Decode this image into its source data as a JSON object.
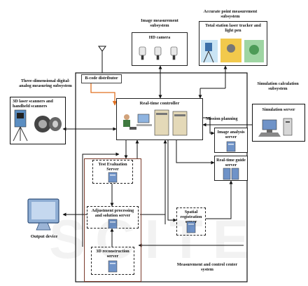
{
  "top": {
    "image_measurement": {
      "title": "Image measurement subsystem",
      "box_label": "HD camera"
    },
    "accurate_point": {
      "title": "Accurate point measurement subsystem",
      "box_label": "Total station laser tracker and light pen"
    }
  },
  "left": {
    "three_d": {
      "title": "Three-dimensional digital-analog measuring subsystem",
      "box_label": "3D laser scanners and handheld scanners"
    },
    "output": {
      "label": "Output device"
    }
  },
  "right": {
    "simulation": {
      "title": "Simulation calculation subsystem",
      "box_label": "Simulation server"
    }
  },
  "center": {
    "b_code": "B-code distributor",
    "real_time_controller": "Real-time controller",
    "mission_planning": "Mission planning",
    "image_analysis": "Image analysis server",
    "real_time_guide": "Real-time guide server",
    "spatial_registration": "Spatial registration server",
    "test_evaluation": "Test Evaluation Server",
    "adjustment": "Adjustment processing and solution server",
    "reconstruction": "3D reconstruction server",
    "system_caption": "Measurement and control center system"
  },
  "watermark": "SCITE",
  "colors": {
    "line": "#111111",
    "orange_line": "#e07020",
    "server_blue": "#6f93c8",
    "panel_border": "#222222"
  }
}
